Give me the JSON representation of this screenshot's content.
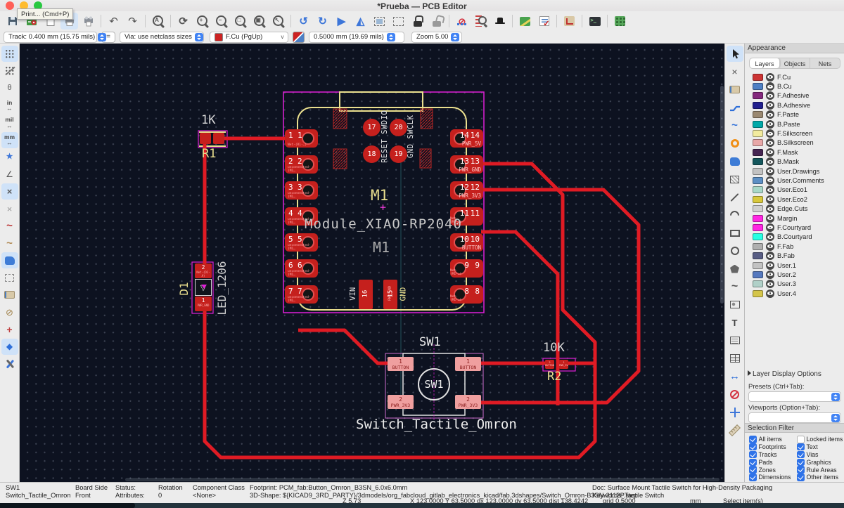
{
  "window": {
    "title": "*Prueba — PCB Editor",
    "tooltip": "Print...  (Cmd+P)"
  },
  "toolbar": {
    "track": "Track: 0.400 mm (15.75 mils)",
    "sync_button": "=",
    "via": "Via: use netclass sizes",
    "layer": "F.Cu (PgUp)",
    "layer_chevron": "v",
    "width": "0.5000 mm (19.69 mils)",
    "zoom": "Zoom 5.00"
  },
  "glyphs": {
    "undo": "↶",
    "redo": "↷",
    "refresh": "⟳",
    "find": "A",
    "zoom_in": "+",
    "zoom_out": "−",
    "zoom_fit": "□",
    "zoom_objects": "▣",
    "zoom_selection": "↖",
    "rotate_ccw": "↺",
    "rotate_cw": "↻",
    "flip": "▶",
    "mirror": "◭",
    "no_symbol": "⊘",
    "check": "✓",
    "terminal": ">_",
    "unit_in": "in",
    "unit_mil": "mil",
    "unit_mm": "mm",
    "arrows_lr": "↔",
    "theta": "θ",
    "angle": "∠",
    "star": "★",
    "cut": "×",
    "wave": "~",
    "diamond": "◆",
    "cross_red": "+",
    "text_tool": "T",
    "spline": "~",
    "dimension": "↔"
  },
  "pcb": {
    "module": {
      "name": "Module_XIAO-RP2040",
      "ref": "M1",
      "value": "M1",
      "anchor": "+",
      "swd_label": "RESET SWDIO",
      "swclk_label": "GND SWCLK",
      "left_pads": [
        {
          "n": "1",
          "net": "Net-(R1-…)"
        },
        {
          "n": "2",
          "net": "unconnected-(M1…"
        },
        {
          "n": "3",
          "net": "unconnected-(M1…"
        },
        {
          "n": "4",
          "net": "unconnected-(M1…"
        },
        {
          "n": "5",
          "net": "unconnected-(M1…"
        },
        {
          "n": "6",
          "net": "unconnected-(M1…"
        },
        {
          "n": "7",
          "net": "unconnected-(M1…"
        }
      ],
      "right_pads": [
        {
          "n": "14",
          "label": "PWR_5V",
          "net": ""
        },
        {
          "n": "13",
          "label": "PWR_GND",
          "net": ""
        },
        {
          "n": "12",
          "label": "PWR_3V3",
          "net": ""
        },
        {
          "n": "11",
          "label": "",
          "net": "Net-(M1-…)"
        },
        {
          "n": "10",
          "label": "BUTTON",
          "net": ""
        },
        {
          "n": "9",
          "label": "",
          "net": "Net-(M1-…)"
        },
        {
          "n": "8",
          "label": "",
          "net": "Net-(M1-…)"
        }
      ],
      "center_pads": [
        {
          "n": "17"
        },
        {
          "n": "20"
        },
        {
          "n": "18"
        },
        {
          "n": "19"
        }
      ],
      "pad16": {
        "n": "16",
        "label": "VIN"
      },
      "pad15": {
        "n": "15",
        "net": "PWR_GND",
        "label": "GND"
      }
    },
    "r1": {
      "value": "1K",
      "ref": "R1"
    },
    "r2": {
      "value": "10K",
      "ref": "R2",
      "pad_left": "2",
      "pad_left_net": "BUTTON",
      "pad_right": "1",
      "pad_right_net": "PWR_3V3"
    },
    "d1": {
      "ref": "D1",
      "value": "LED_1206",
      "pad2": "2",
      "pad2_net": "Net-(D1-A)",
      "pad1": "1",
      "pad1_net": "PWR_GND",
      "symbol": "▽"
    },
    "sw1": {
      "ref": "SW1",
      "value": "Switch_Tactile_Omron",
      "circle_label": "SW1",
      "pads": [
        {
          "n": "1",
          "net": "BUTTON"
        },
        {
          "n": "1",
          "net": "BUTTON"
        },
        {
          "n": "2",
          "net": "PWR_3V3"
        },
        {
          "n": "2",
          "net": "PWR_3V3"
        }
      ]
    }
  },
  "appearance": {
    "title": "Appearance",
    "tabs": [
      "Layers",
      "Objects",
      "Nets"
    ],
    "layers": [
      {
        "name": "F.Cu",
        "color": "#cc3333"
      },
      {
        "name": "B.Cu",
        "color": "#4d7fc4"
      },
      {
        "name": "F.Adhesive",
        "color": "#84287d"
      },
      {
        "name": "B.Adhesive",
        "color": "#211f8e"
      },
      {
        "name": "F.Paste",
        "color": "#9a8871"
      },
      {
        "name": "B.Paste",
        "color": "#00a8a8"
      },
      {
        "name": "F.Silkscreen",
        "color": "#f2eb9e"
      },
      {
        "name": "B.Silkscreen",
        "color": "#e8a8a8"
      },
      {
        "name": "F.Mask",
        "color": "#452552"
      },
      {
        "name": "B.Mask",
        "color": "#14565c"
      },
      {
        "name": "User.Drawings",
        "color": "#c2c2c2"
      },
      {
        "name": "User.Comments",
        "color": "#5c8fc4"
      },
      {
        "name": "User.Eco1",
        "color": "#a8d8c8"
      },
      {
        "name": "User.Eco2",
        "color": "#d8c83c"
      },
      {
        "name": "Edge.Cuts",
        "color": "#d0d0d0"
      },
      {
        "name": "Margin",
        "color": "#ff26e2"
      },
      {
        "name": "F.Courtyard",
        "color": "#ff26e2"
      },
      {
        "name": "B.Courtyard",
        "color": "#26ffe3"
      },
      {
        "name": "F.Fab",
        "color": "#afafaf"
      },
      {
        "name": "B.Fab",
        "color": "#585d84"
      },
      {
        "name": "User.1",
        "color": "#c2c2c2"
      },
      {
        "name": "User.2",
        "color": "#5578be"
      },
      {
        "name": "User.3",
        "color": "#b0d0c8"
      },
      {
        "name": "User.4",
        "color": "#d4c54a"
      }
    ],
    "layer_display": "Layer Display Options",
    "presets_label": "Presets (Ctrl+Tab):",
    "viewports_label": "Viewports (Option+Tab):"
  },
  "selection_filter": {
    "title": "Selection Filter",
    "items": [
      {
        "label": "All items",
        "checked": true
      },
      {
        "label": "Locked items",
        "checked": false
      },
      {
        "label": "Footprints",
        "checked": true
      },
      {
        "label": "Text",
        "checked": true
      },
      {
        "label": "Tracks",
        "checked": true
      },
      {
        "label": "Vias",
        "checked": true
      },
      {
        "label": "Pads",
        "checked": true
      },
      {
        "label": "Graphics",
        "checked": true
      },
      {
        "label": "Zones",
        "checked": true
      },
      {
        "label": "Rule Areas",
        "checked": true
      },
      {
        "label": "Dimensions",
        "checked": true
      },
      {
        "label": "Other items",
        "checked": true
      }
    ]
  },
  "status": {
    "ref": "SW1",
    "footprint_name": "Switch_Tactile_Omron",
    "board_side_label": "Board Side",
    "board_side": "Front",
    "status_label": "Status:",
    "attributes_label": "Attributes:",
    "rotation_label": "Rotation",
    "rotation": "0",
    "class_label": "Component Class",
    "class_value": "<None>",
    "footprint": "Footprint: PCM_fab:Button_Omron_B3SN_6.0x6.0mm",
    "shape3d": "3D-Shape: ${KICAD9_3RD_PARTY}/3dmodels/org_fabcloud_gitlab_electronics_kicad/fab.3dshapes/Switch_Omron-B3SN-3112P.step",
    "doc": "Doc: Surface Mount Tactile Switch for High-Density Packaging",
    "keywords": "Keywords: Tactile Switch",
    "z": "Z 5.73",
    "xy": "X 123.0000 Y 63.5000",
    "dxy": "dx 123.0000  dy 63.5000  dist 138.4242",
    "grid": "grid 0.5000",
    "units": "mm",
    "action": "Select item(s)"
  }
}
